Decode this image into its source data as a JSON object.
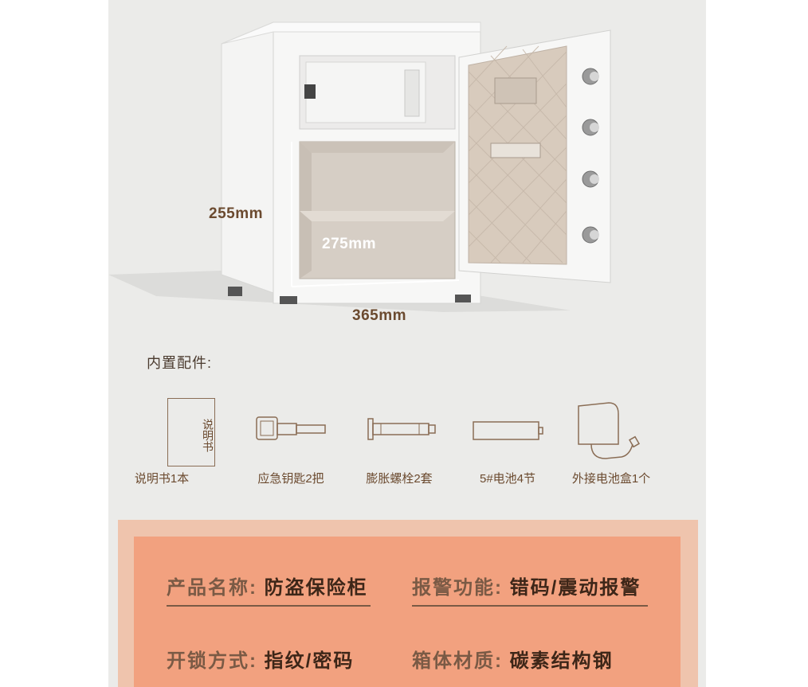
{
  "dimensions": {
    "width": "365mm",
    "height": "255mm",
    "depth": "275mm"
  },
  "accessories": {
    "title": "内置配件:",
    "manual_cover_text": "说明书",
    "items": [
      {
        "label": "说明书1本",
        "icon": "manual-icon"
      },
      {
        "label": "应急钥匙2把",
        "icon": "emergency-key-icon"
      },
      {
        "label": "膨胀螺栓2套",
        "icon": "expansion-bolt-icon"
      },
      {
        "label": "5#电池4节",
        "icon": "battery-icon"
      },
      {
        "label": "外接电池盒1个",
        "icon": "external-battery-box-icon"
      }
    ]
  },
  "specs": [
    {
      "key": "产品名称:",
      "value": "防盗保险柜"
    },
    {
      "key": "报警功能:",
      "value": "错码/震动报警"
    },
    {
      "key": "开锁方式:",
      "value": "指纹/密码"
    },
    {
      "key": "箱体材质:",
      "value": "碳素结构钢"
    }
  ],
  "colors": {
    "panel": "#ebebe9",
    "text_brown": "#6b4a2f",
    "spec_outer": "#efc4ad",
    "spec_inner": "#f2a17f"
  }
}
